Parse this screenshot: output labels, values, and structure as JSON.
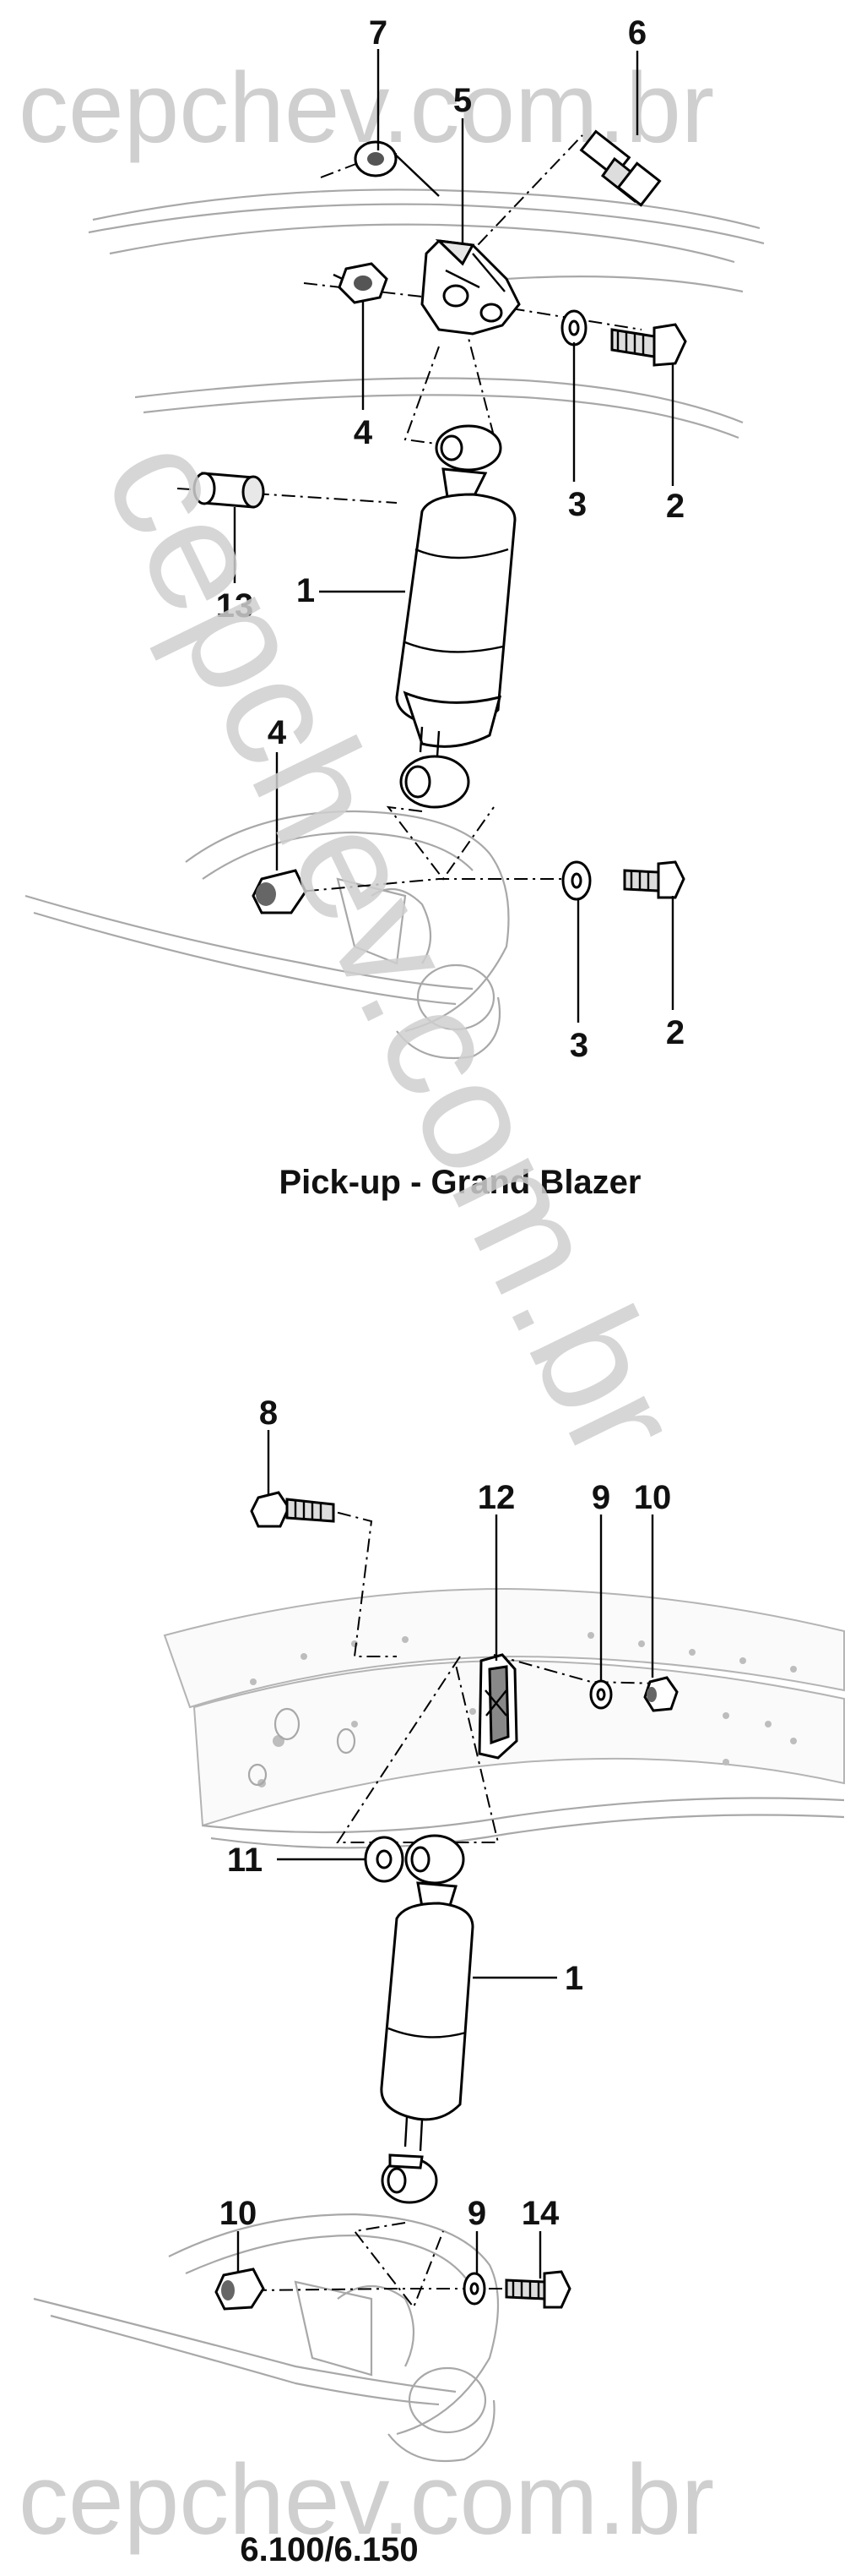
{
  "watermarks": {
    "top": "cepchev.com.br",
    "diagonal": "cepchev.com.br",
    "bottom": "cepchev.com.br"
  },
  "diagram_top": {
    "caption": "Pick-up - Grand Blazer",
    "labels": {
      "p7": "7",
      "p6": "6",
      "p5": "5",
      "p4a": "4",
      "p3a": "3",
      "p2a": "2",
      "p13": "13",
      "p1": "1",
      "p4b": "4",
      "p3b": "3",
      "p2b": "2"
    }
  },
  "diagram_bottom": {
    "caption": "6.100/6.150",
    "labels": {
      "p8": "8",
      "p12": "12",
      "p9a": "9",
      "p10a": "10",
      "p11": "11",
      "p1": "1",
      "p10b": "10",
      "p9b": "9",
      "p14": "14"
    }
  }
}
